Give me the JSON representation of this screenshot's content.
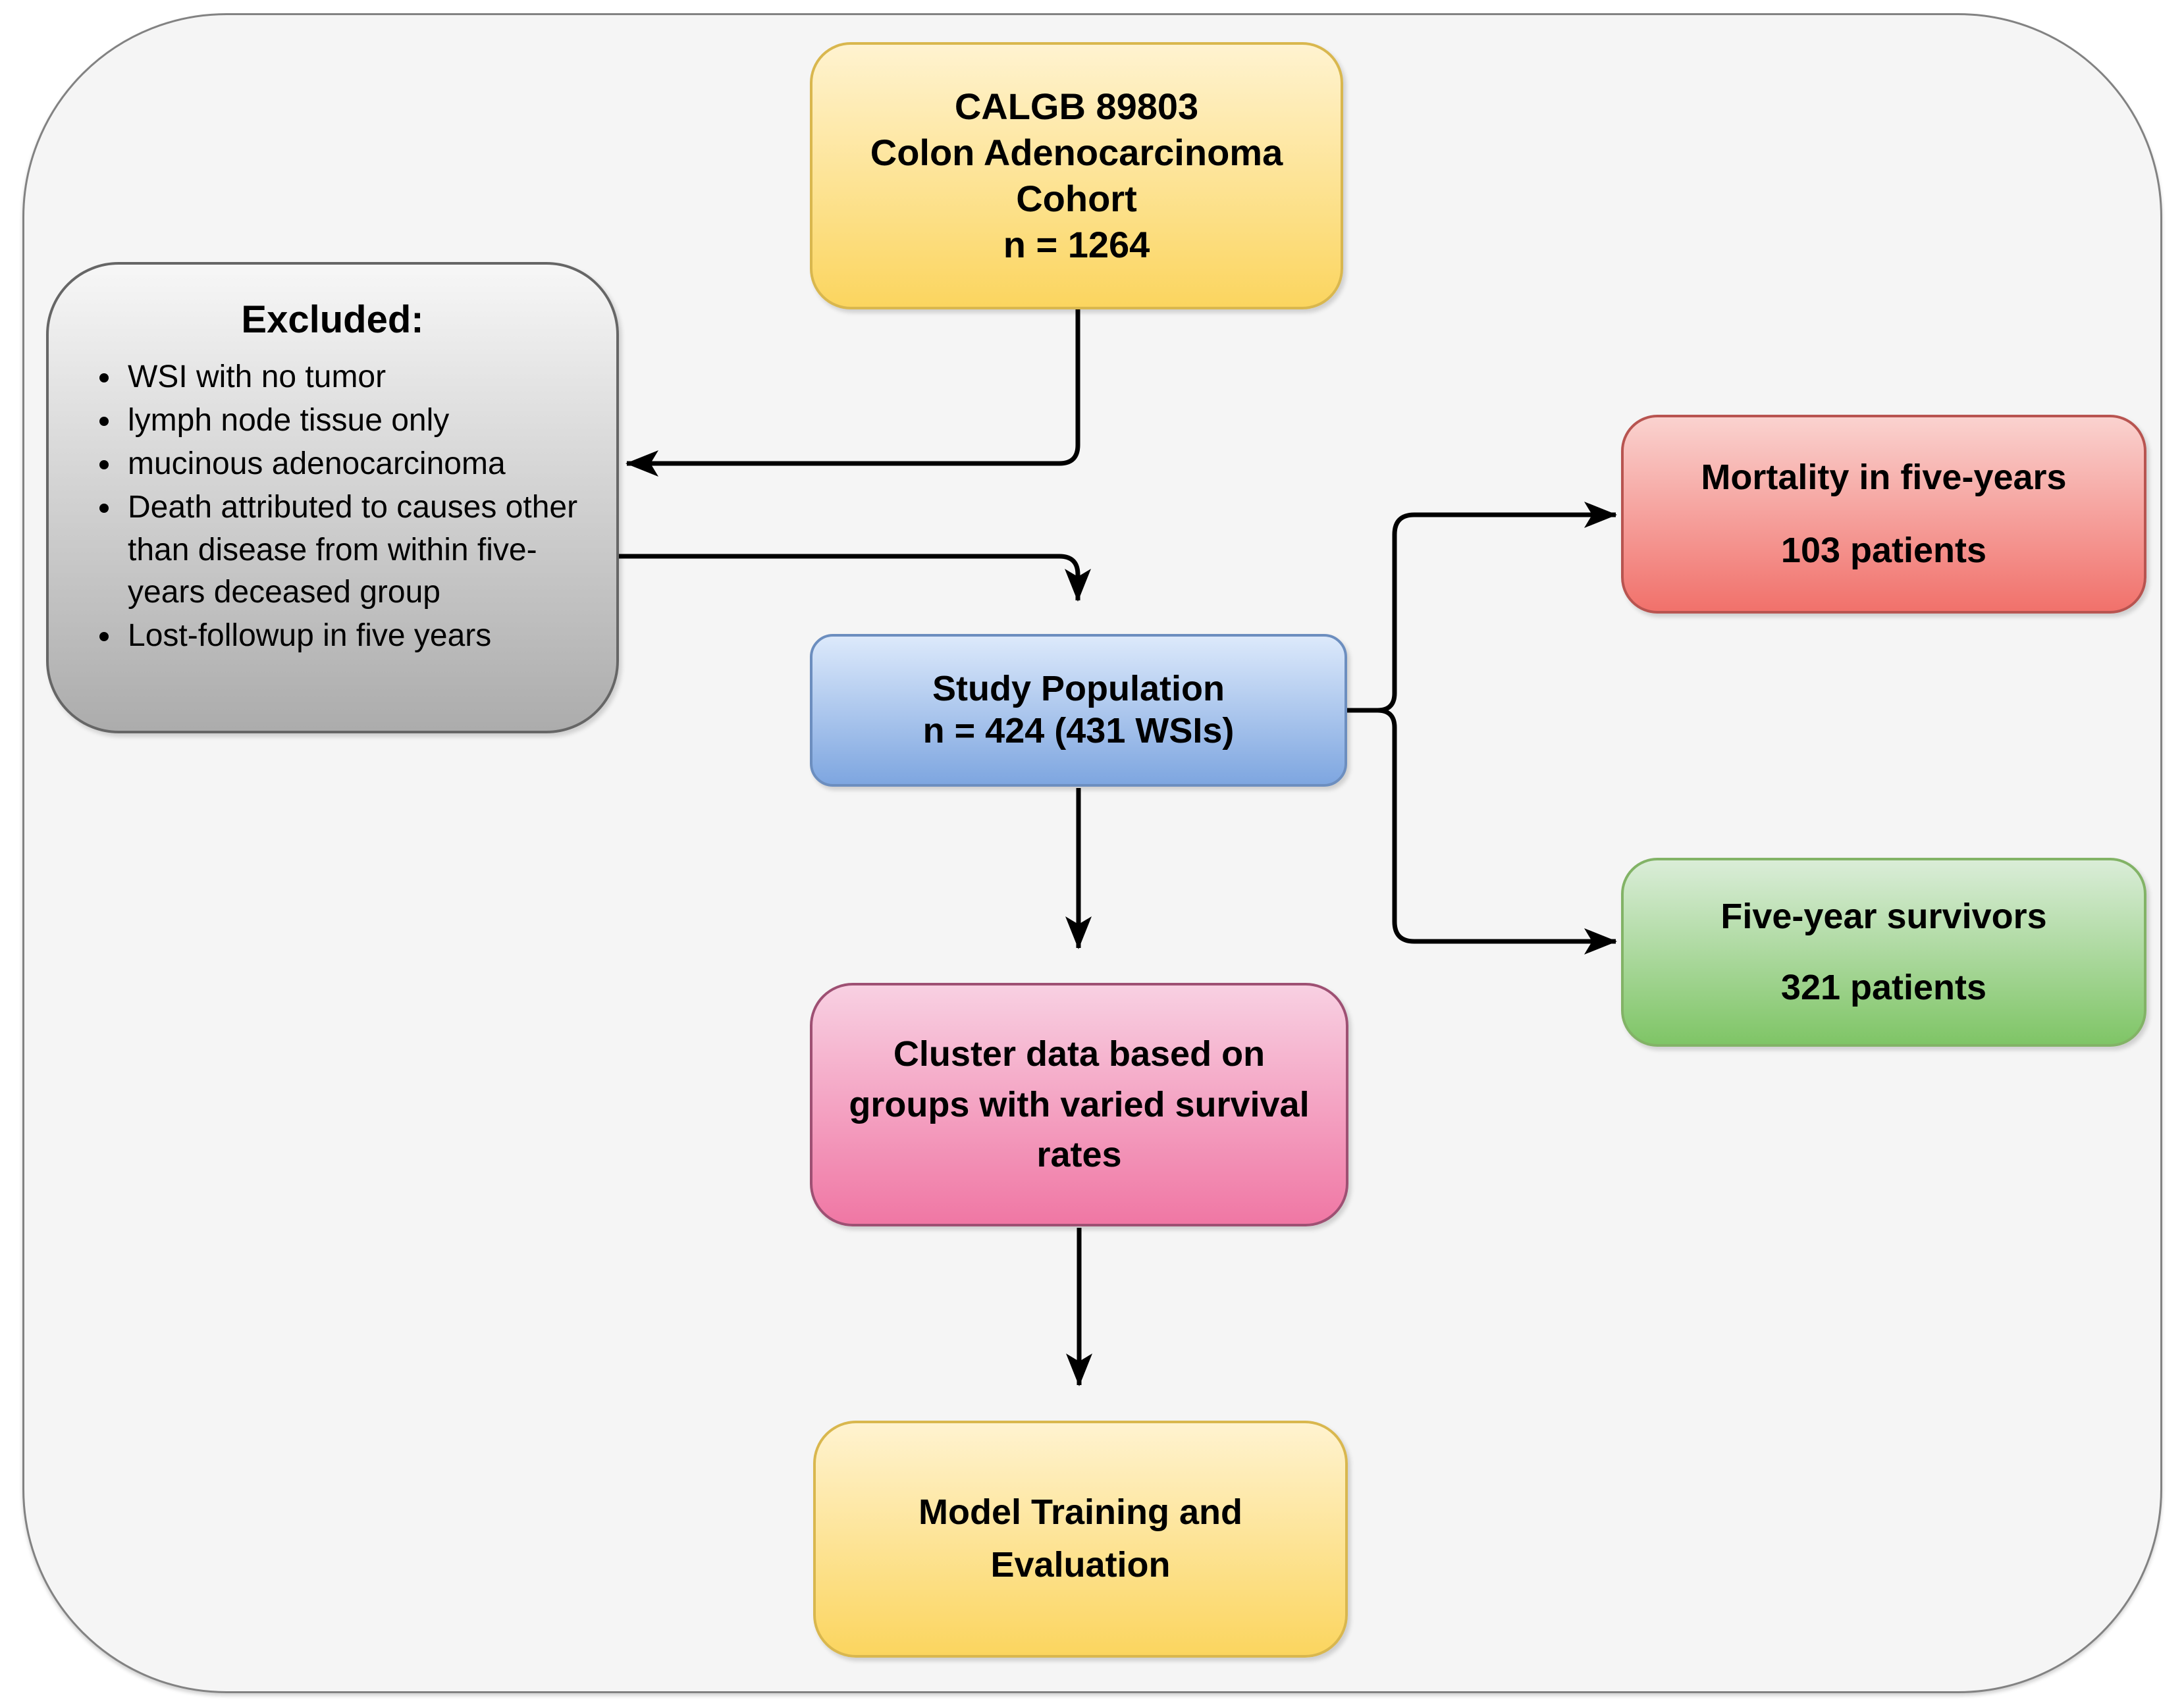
{
  "figure": {
    "type": "flowchart",
    "description": "Study cohort selection and model development flow diagram"
  },
  "colors": {
    "canvas_bg": "#ffffff",
    "panel_bg": "#f5f5f5",
    "panel_border": "#828282",
    "connector": "#000000",
    "text": "#000000",
    "yellow_top": "#FFF3D0",
    "yellow_bottom": "#FBD55F",
    "yellow_border": "#D9B74E",
    "gray_top": "#F7F7F7",
    "gray_bottom": "#ACACAC",
    "gray_border": "#666666",
    "blue_top": "#DCE9FB",
    "blue_bottom": "#7EA6E0",
    "blue_border": "#6C8EBF",
    "red_top": "#FAD2CF",
    "red_bottom": "#F1716B",
    "red_border": "#B85450",
    "green_top": "#DAEDD8",
    "green_bottom": "#7FC566",
    "green_border": "#82B366",
    "pink_top": "#F8D0E2",
    "pink_bottom": "#F077A4",
    "pink_border": "#9E5073"
  },
  "nodes": {
    "cohort": {
      "line1": "CALGB 89803",
      "line2": "Colon Adenocarcinoma",
      "line3": "Cohort",
      "line4": "n = 1264"
    },
    "excluded": {
      "title": "Excluded:",
      "bullets": [
        "WSI with no tumor",
        "lymph node tissue only",
        "mucinous adenocarcinoma",
        "Death attributed to causes other than disease from within five-years deceased group",
        "Lost-followup in five years"
      ]
    },
    "study_population": {
      "line1": "Study Population",
      "line2": "n = 424 (431 WSIs)"
    },
    "mortality": {
      "title": "Mortality in five-years",
      "count": "103 patients"
    },
    "survivors": {
      "title": "Five-year survivors",
      "count": "321 patients"
    },
    "cluster": {
      "text": "Cluster data based on groups with varied survival rates"
    },
    "model": {
      "text": "Model Training and Evaluation"
    }
  }
}
